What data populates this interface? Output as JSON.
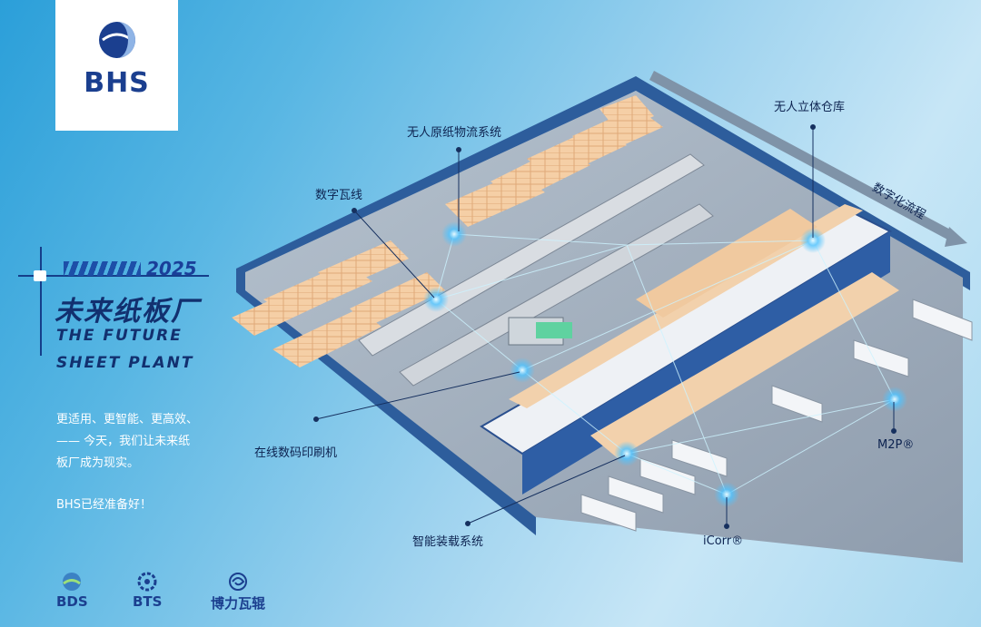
{
  "brand": {
    "main_logo": "BHS"
  },
  "headline": {
    "year": "2025",
    "title_zh": "未来纸板厂",
    "title_en_line1": "THE FUTURE",
    "title_en_line2": "SHEET PLANT"
  },
  "body": {
    "line1": "更适用、更智能、更高效、",
    "line2": "—— 今天，我们让未来纸",
    "line3": "板厂成为现实。",
    "ready": "BHS已经准备好！"
  },
  "callouts": {
    "paper_logistics": "无人原纸物流系统",
    "warehouse": "无人立体仓库",
    "digital_corrugator": "数字瓦线",
    "digital_flow": "数字化流程",
    "inline_printing": "在线数码印刷机",
    "m2p": "M2P®",
    "icorr": "iCorr®",
    "loading_system": "智能装载系统"
  },
  "sub_brands": {
    "bds": "BDS",
    "bts": "BTS",
    "corrugating_rolls": "博力瓦辊"
  },
  "colors": {
    "accent_blue": "#1b3f8f",
    "floor": "#9aa8b8",
    "wall": "#2d5d9c",
    "box": "#f3c9a0",
    "node_glow": "#4fc3ff"
  }
}
